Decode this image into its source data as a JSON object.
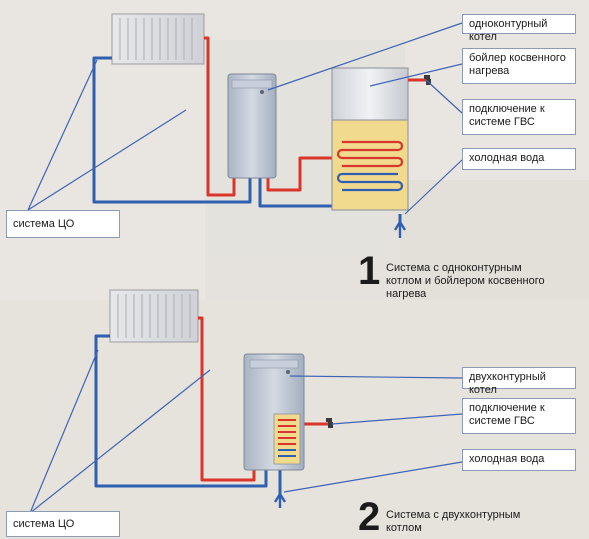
{
  "diagram1": {
    "labels": {
      "single_boiler": "одноконтурный котел",
      "indirect_boiler": "бойлер косвенного нагрева",
      "dhw_connection": "подключение к системе ГВС",
      "cold_water": "холодная вода",
      "heating_system": "система ЦО"
    },
    "number": "1",
    "caption": "Система с одноконтурным котлом и бойлером косвенного нагрева"
  },
  "diagram2": {
    "labels": {
      "double_boiler": "двухконтурный котел",
      "dhw_connection": "подключение к системе ГВС",
      "cold_water": "холодная вода",
      "heating_system": "система ЦО"
    },
    "number": "2",
    "caption": "Система с двухконтурным котлом"
  },
  "colors": {
    "hot_pipe": "#d9352b",
    "cold_pipe": "#2e5fb0",
    "leader": "#3f63b8",
    "boiler_body": "#bcc6d3",
    "tank_water": "#f1d98e",
    "background": "#e9e6e1"
  }
}
